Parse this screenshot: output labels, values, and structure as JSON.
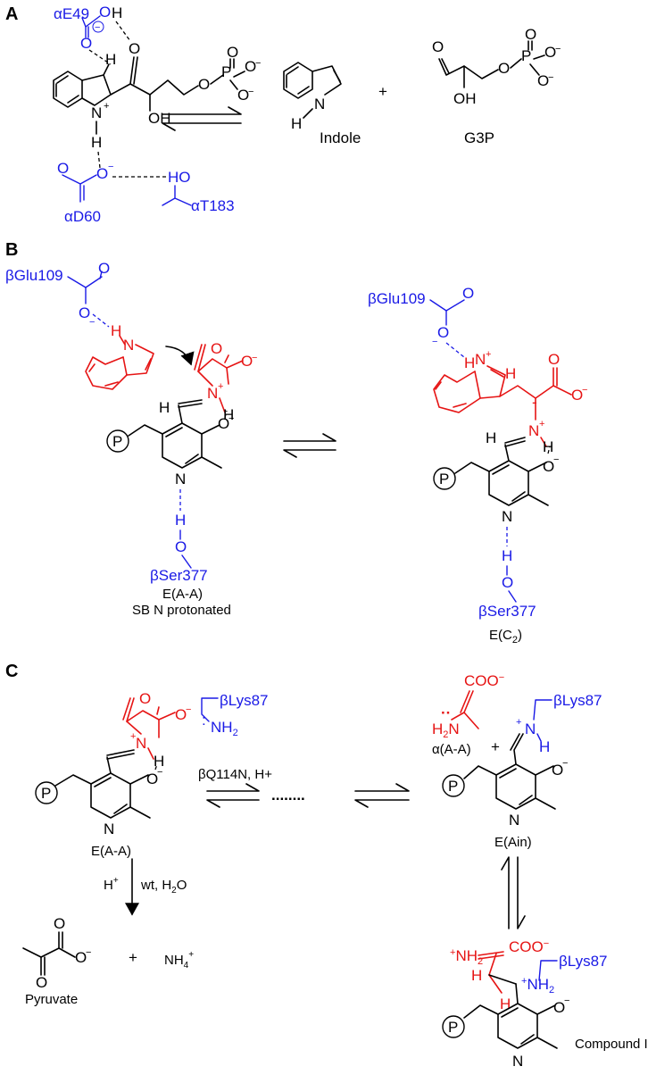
{
  "panels": [
    "A",
    "B",
    "C"
  ],
  "colors": {
    "residue": "#1a1ae6",
    "substrate": "#e61414",
    "core": "#000000"
  },
  "panel_a": {
    "residues": [
      "αE49",
      "αD60",
      "αT183"
    ],
    "labels": [
      "Indole",
      "G3P"
    ],
    "plus": "+"
  },
  "panel_b": {
    "residues": [
      "βGlu109",
      "βSer377"
    ],
    "left_caption": [
      "E(A-A)",
      "SB N protonated"
    ],
    "right_caption": "E(C2)"
  },
  "panel_c": {
    "residue": "βLys87",
    "reagent": "βQ114N, H+",
    "down_reagent": "wt, H2O",
    "down_proton": "H+",
    "dots": "........",
    "species": [
      "E(A-A)",
      "α(A-A)",
      "E(Ain)",
      "Pyruvate",
      "NH4+",
      "Compound I"
    ],
    "plus": "+",
    "carboxylate": "COO-"
  }
}
